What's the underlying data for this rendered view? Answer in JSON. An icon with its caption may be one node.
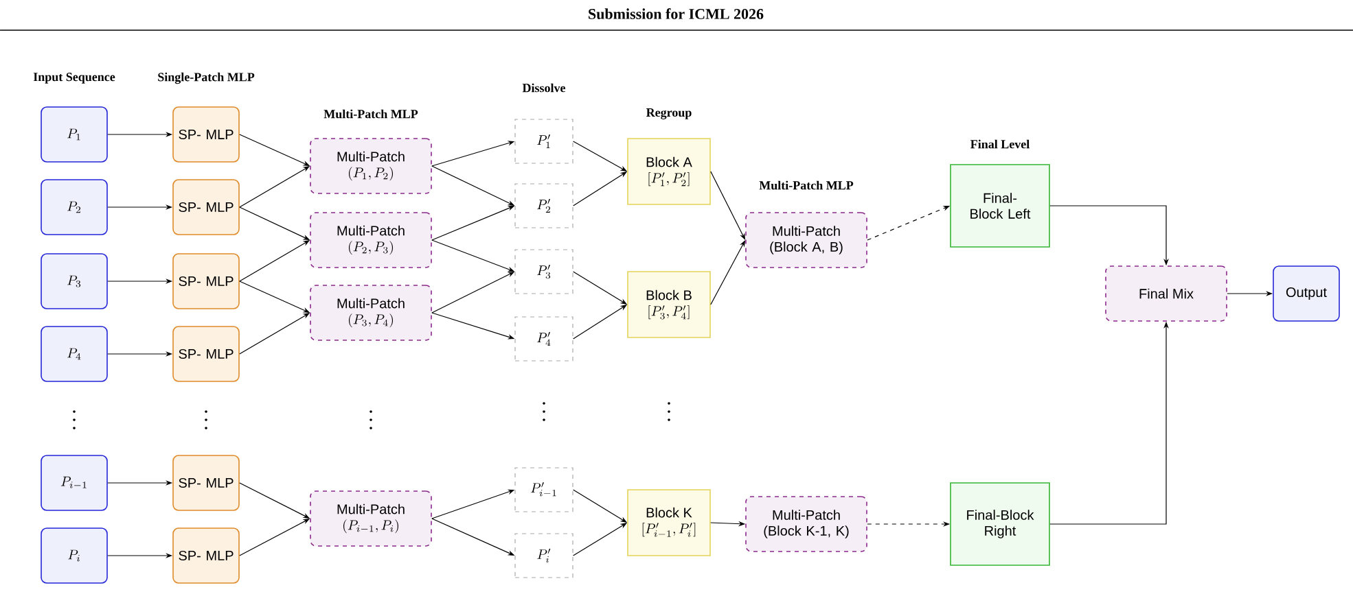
{
  "diagram": {
    "title": "Submission for ICML 2026",
    "nodes": [
      {
        "text": [
          "P_1"
        ]
      },
      {
        "text": [
          "P_2"
        ]
      },
      {
        "text": [
          "P_3"
        ]
      },
      {
        "text": [
          "P_4"
        ]
      },
      {
        "text": [
          "P_{i-1}"
        ]
      },
      {
        "text": [
          "P_i"
        ]
      },
      {
        "text": [
          "SP- MLP"
        ]
      },
      {
        "text": [
          "SP- MLP"
        ]
      },
      {
        "text": [
          "SP- MLP"
        ]
      },
      {
        "text": [
          "SP- MLP"
        ]
      },
      {
        "text": [
          "SP- MLP"
        ]
      },
      {
        "text": [
          "SP- MLP"
        ]
      },
      {
        "text": [
          "Multi-Patch",
          "(P_1, P_2)"
        ]
      },
      {
        "text": [
          "Multi-Patch",
          "(P_2, P_3)"
        ]
      },
      {
        "text": [
          "Multi-Patch",
          "(P_3, P_4)"
        ]
      },
      {
        "text": [
          "Multi-Patch",
          "(P_{i-1}, P_i)"
        ]
      },
      {
        "text": [
          "P'_1"
        ]
      },
      {
        "text": [
          "P'_2"
        ]
      },
      {
        "text": [
          "P'_3"
        ]
      },
      {
        "text": [
          "P'_4"
        ]
      },
      {
        "text": [
          "P'_{i-1}"
        ]
      },
      {
        "text": [
          "P'_i"
        ]
      },
      {
        "text": [
          "Block A",
          "[P'_1, P'_2]"
        ]
      },
      {
        "text": [
          "Block B",
          "[P'_3, P'_4]"
        ]
      },
      {
        "text": [
          "Block K",
          "[P'_{i-1}, P'_i]"
        ]
      },
      {
        "text": [
          "Multi-Patch (Block A, B)"
        ]
      },
      {
        "text": [
          "Multi-Patch (Block K-1, K)"
        ]
      },
      {
        "text": [
          "Final-Block Left"
        ]
      },
      {
        "text": [
          "Final-Block Right"
        ]
      },
      {
        "text": [
          "Final Mix"
        ]
      },
      {
        "text": [
          "Output"
        ]
      }
    ],
    "edges": [
      {
        "from": 0,
        "to": 6,
        "arrow": "to"
      },
      {
        "from": 1,
        "to": 7,
        "arrow": "to"
      },
      {
        "from": 2,
        "to": 8,
        "arrow": "to"
      },
      {
        "from": 3,
        "to": 9,
        "arrow": "to"
      },
      {
        "from": 4,
        "to": 10,
        "arrow": "to"
      },
      {
        "from": 5,
        "to": 11,
        "arrow": "to"
      },
      {
        "from": 6,
        "to": 12,
        "arrow": "to"
      },
      {
        "from": 7,
        "to": 12,
        "arrow": "to"
      },
      {
        "from": 7,
        "to": 13,
        "arrow": "to"
      },
      {
        "from": 8,
        "to": 13,
        "arrow": "to"
      },
      {
        "from": 8,
        "to": 14,
        "arrow": "to"
      },
      {
        "from": 9,
        "to": 14,
        "arrow": "to"
      },
      {
        "from": 10,
        "to": 15,
        "arrow": "to"
      },
      {
        "from": 11,
        "to": 15,
        "arrow": "to"
      },
      {
        "from": 12,
        "to": 16,
        "arrow": "to"
      },
      {
        "from": 12,
        "to": 17,
        "arrow": "to"
      },
      {
        "from": 13,
        "to": 17,
        "arrow": "to"
      },
      {
        "from": 13,
        "to": 18,
        "arrow": "to"
      },
      {
        "from": 14,
        "to": 18,
        "arrow": "to"
      },
      {
        "from": 14,
        "to": 19,
        "arrow": "to"
      },
      {
        "from": 15,
        "to": 20,
        "arrow": "to"
      },
      {
        "from": 15,
        "to": 21,
        "arrow": "to"
      },
      {
        "from": 16,
        "to": 22,
        "arrow": "to"
      },
      {
        "from": 17,
        "to": 22,
        "arrow": "to"
      },
      {
        "from": 18,
        "to": 23,
        "arrow": "to"
      },
      {
        "from": 19,
        "to": 23,
        "arrow": "to"
      },
      {
        "from": 20,
        "to": 24,
        "arrow": "to"
      },
      {
        "from": 21,
        "to": 24,
        "arrow": "to"
      },
      {
        "from": 22,
        "to": 25,
        "arrow": "to"
      },
      {
        "from": 23,
        "to": 25,
        "arrow": "to"
      },
      {
        "from": 24,
        "to": 26,
        "arrow": "to"
      },
      {
        "from": 25,
        "to": 27,
        "arrow": "to",
        "style": "dashed"
      },
      {
        "from": 26,
        "to": 28,
        "arrow": "to",
        "style": "dashed"
      },
      {
        "from": 27,
        "to": 29,
        "arrow": "to"
      },
      {
        "from": 28,
        "to": 29,
        "arrow": "to"
      },
      {
        "from": 29,
        "to": 30,
        "arrow": "to"
      }
    ],
    "labels": [
      "Input Sequence",
      "Single-Patch MLP",
      "Multi-Patch MLP",
      "Dissolve",
      "Regroup",
      "Multi-Patch MLP",
      "Final Level"
    ]
  }
}
